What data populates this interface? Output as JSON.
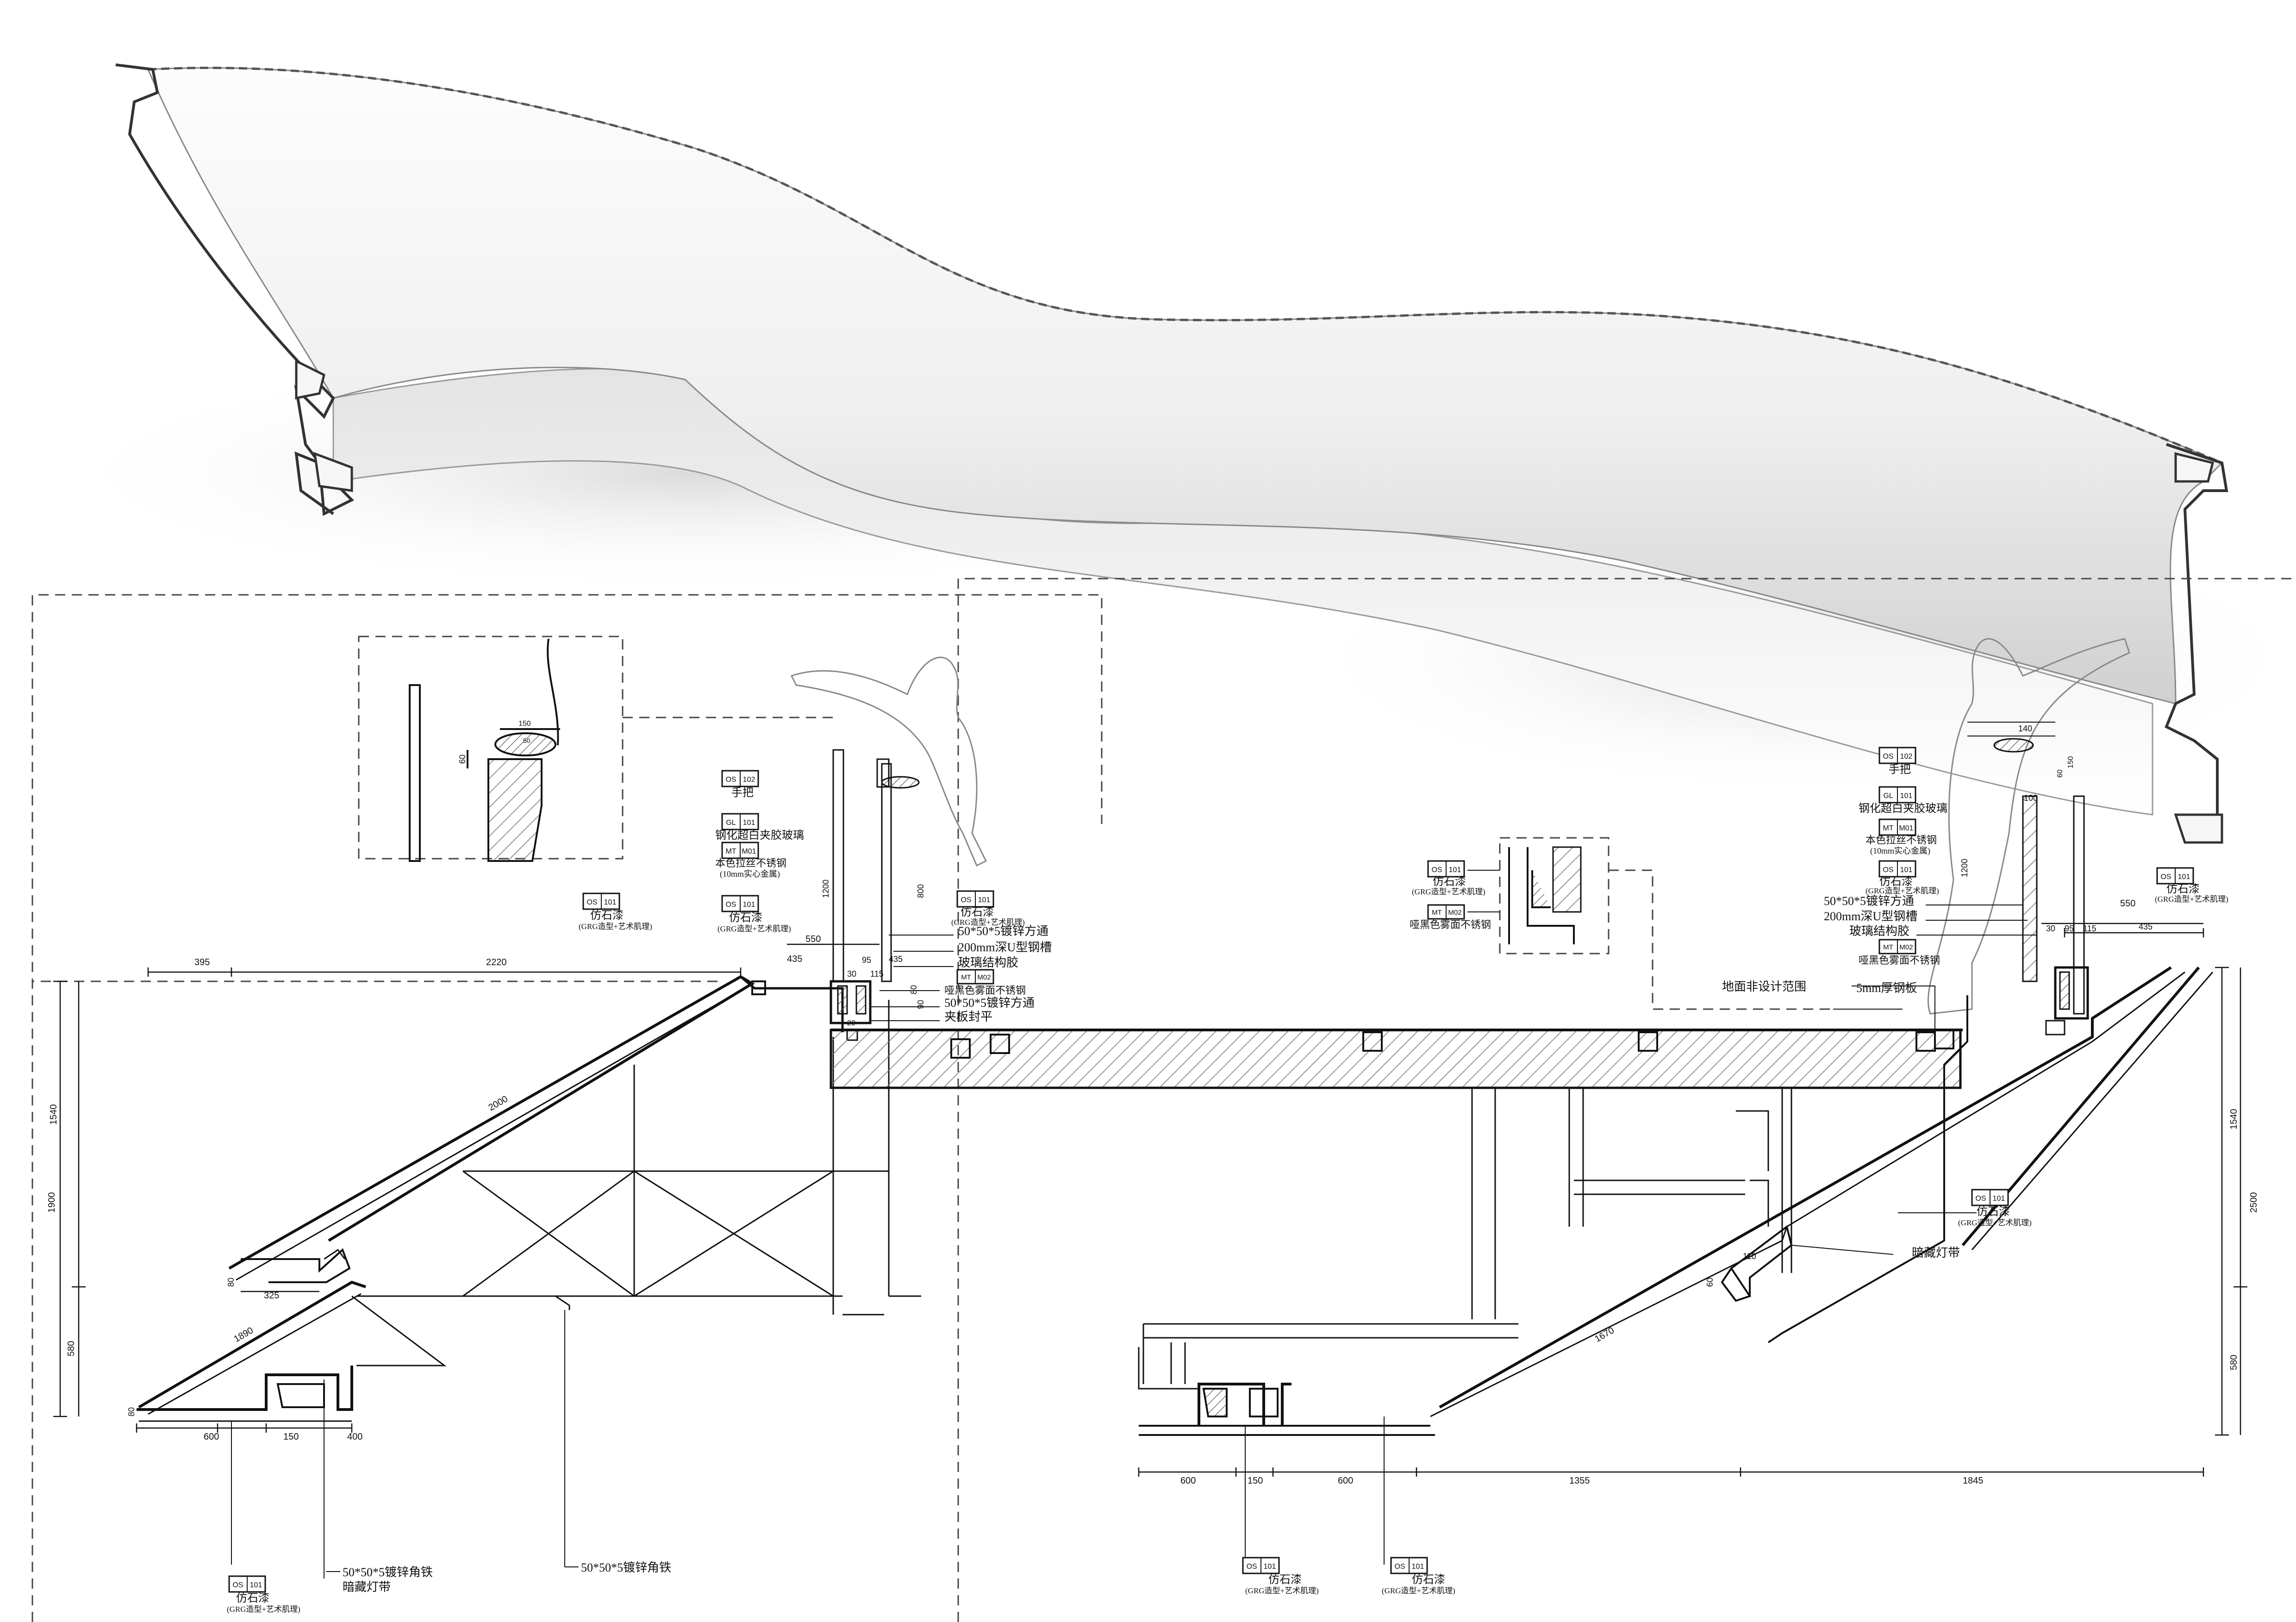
{
  "tags": {
    "os102": {
      "code": "OS",
      "num": "102",
      "text": "手把"
    },
    "gl101": {
      "code": "GL",
      "num": "101",
      "text": "钢化超白夹胶玻璃"
    },
    "mt001": {
      "code": "MT",
      "num": "M01",
      "text": "本色拉丝不锈钢",
      "sub": "(10mm实心金属)"
    },
    "os101_grg": {
      "code": "OS",
      "num": "101",
      "text": "仿石漆",
      "sub": "(GRG造型+艺术肌理)"
    },
    "mt002": {
      "code": "MT",
      "num": "M02",
      "text": "哑黑色雾面不锈钢"
    }
  },
  "left_section": {
    "notes": [
      "50*50*5镀锌方通",
      "200mm深U型钢槽",
      "玻璃结构胶",
      "50*50*5镀锌方通",
      "夹板封平"
    ],
    "bottom_callouts": {
      "angle_iron": "50*50*5镀锌角铁",
      "light_strip": "暗藏灯带",
      "angle_iron_2": "50*50*5镀锌角铁"
    },
    "dims": {
      "top_a": "395",
      "top_b": "2220",
      "top_c": "435",
      "top_d": "550",
      "mid_1": "30",
      "mid_2": "95",
      "mid_3": "115",
      "mid_4": "435",
      "diag_1": "2000",
      "diag_2": "1890",
      "left_v1": "1540",
      "left_v2": "1900",
      "left_v3": "580",
      "step_1": "325",
      "step_2": "80",
      "step_3": "80",
      "bot_1": "600",
      "bot_2": "150",
      "bot_3": "400",
      "post_v1": "1200",
      "post_v2": "800",
      "post_v3": "90",
      "post_v4": "80",
      "post_v5": "60",
      "post_v6": "20",
      "top_150": "150",
      "top_50": "50"
    }
  },
  "right_section": {
    "notes": [
      "50*50*5镀锌方通",
      "200mm深U型钢槽",
      "玻璃结构胶"
    ],
    "floor_notes": {
      "scope": "地面非设计范围",
      "plate": "5mm厚钢板"
    },
    "light_strip": "暗藏灯带",
    "dims": {
      "top_1": "550",
      "top_2": "30",
      "top_3": "95",
      "top_4": "115",
      "top_5": "435",
      "rv1": "1540",
      "rv2": "2500",
      "rv3": "580",
      "diag": "1670",
      "step_1": "110",
      "step_2": "60",
      "bot_1": "600",
      "bot_2": "150",
      "bot_3": "600",
      "bot_4": "1355",
      "bot_5": "1845",
      "post_v1": "1200",
      "post_v2": "150",
      "post_v3": "60",
      "h_140": "140",
      "h_100": "100"
    }
  },
  "colors": {
    "line": "#111111",
    "hatch": "#777777",
    "render_top": "#ffffff",
    "render_shadow": "#c8c8c8"
  }
}
